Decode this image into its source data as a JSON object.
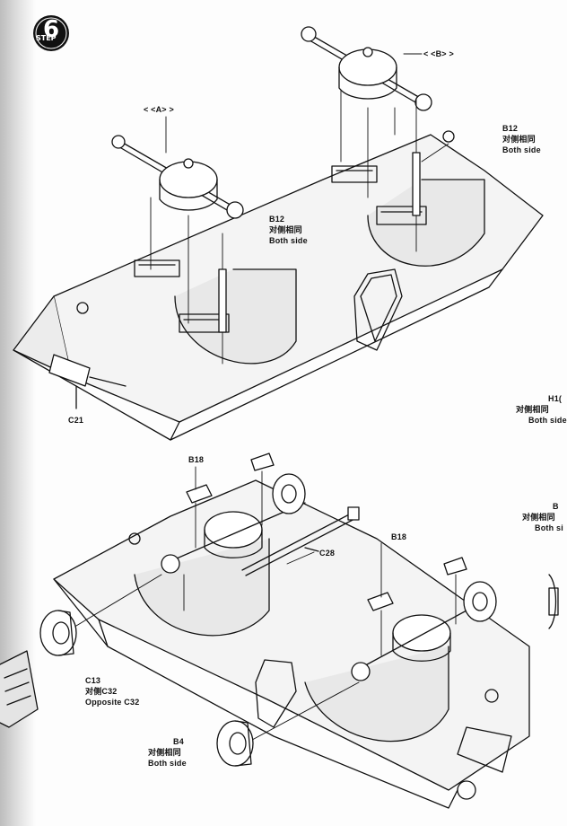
{
  "step": {
    "number": "6",
    "word": "STEP"
  },
  "labels": {
    "group_a": "< <A> >",
    "group_b": "< <B> >",
    "b12_top_right": [
      "B12",
      "对侧相同",
      "Both side"
    ],
    "b12_mid": [
      "B12",
      "对侧相同",
      "Both side"
    ],
    "c21": "C21",
    "h1_cut": [
      "H1(",
      "对侧相同",
      "Both side"
    ],
    "b_cut": [
      "B",
      "对侧相同",
      "Both si"
    ],
    "b18_left": "B18",
    "b18_right": "B18",
    "c28": "C28",
    "c13": [
      "C13",
      "对侧C32",
      "Opposite C32"
    ],
    "b4": [
      "B4",
      "对侧相同",
      "Both side"
    ]
  }
}
